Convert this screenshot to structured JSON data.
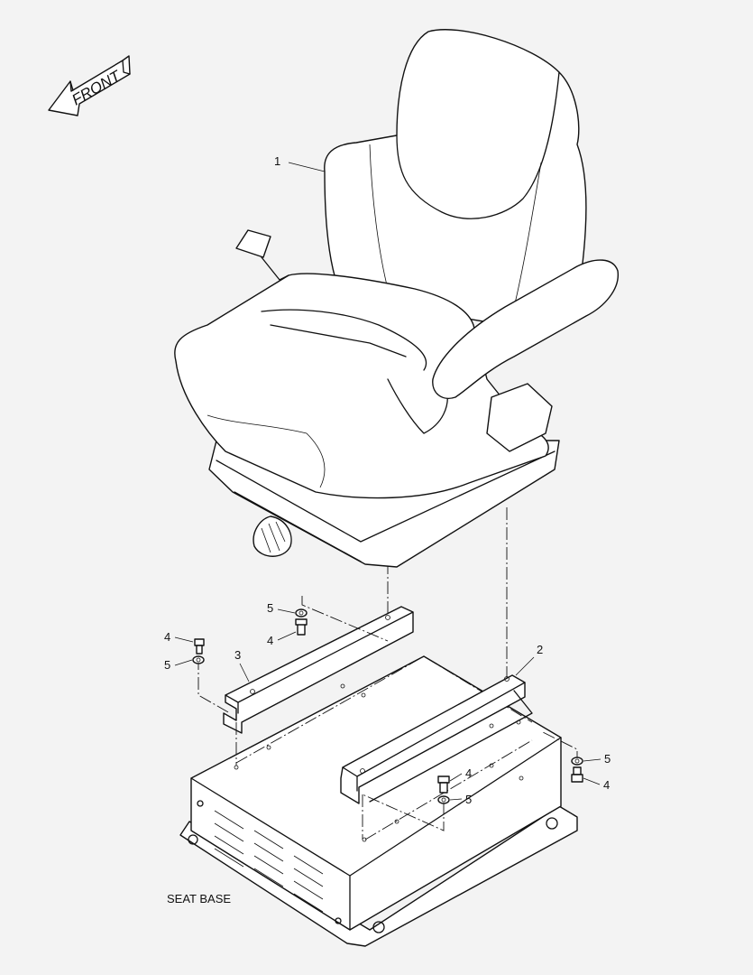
{
  "diagram": {
    "front_arrow_label": "FRONT",
    "callouts": [
      {
        "id": "callout-1",
        "text": "1"
      },
      {
        "id": "callout-2",
        "text": "2"
      },
      {
        "id": "callout-3",
        "text": "3"
      },
      {
        "id": "callout-5a",
        "text": "5"
      },
      {
        "id": "callout-4a",
        "text": "4"
      },
      {
        "id": "callout-4b",
        "text": "4"
      },
      {
        "id": "callout-5b",
        "text": "5"
      },
      {
        "id": "callout-5c",
        "text": "5"
      },
      {
        "id": "callout-4c",
        "text": "4"
      },
      {
        "id": "callout-4d",
        "text": "4"
      },
      {
        "id": "callout-5d",
        "text": "5"
      }
    ],
    "seat_base_label": "SEAT BASE"
  }
}
